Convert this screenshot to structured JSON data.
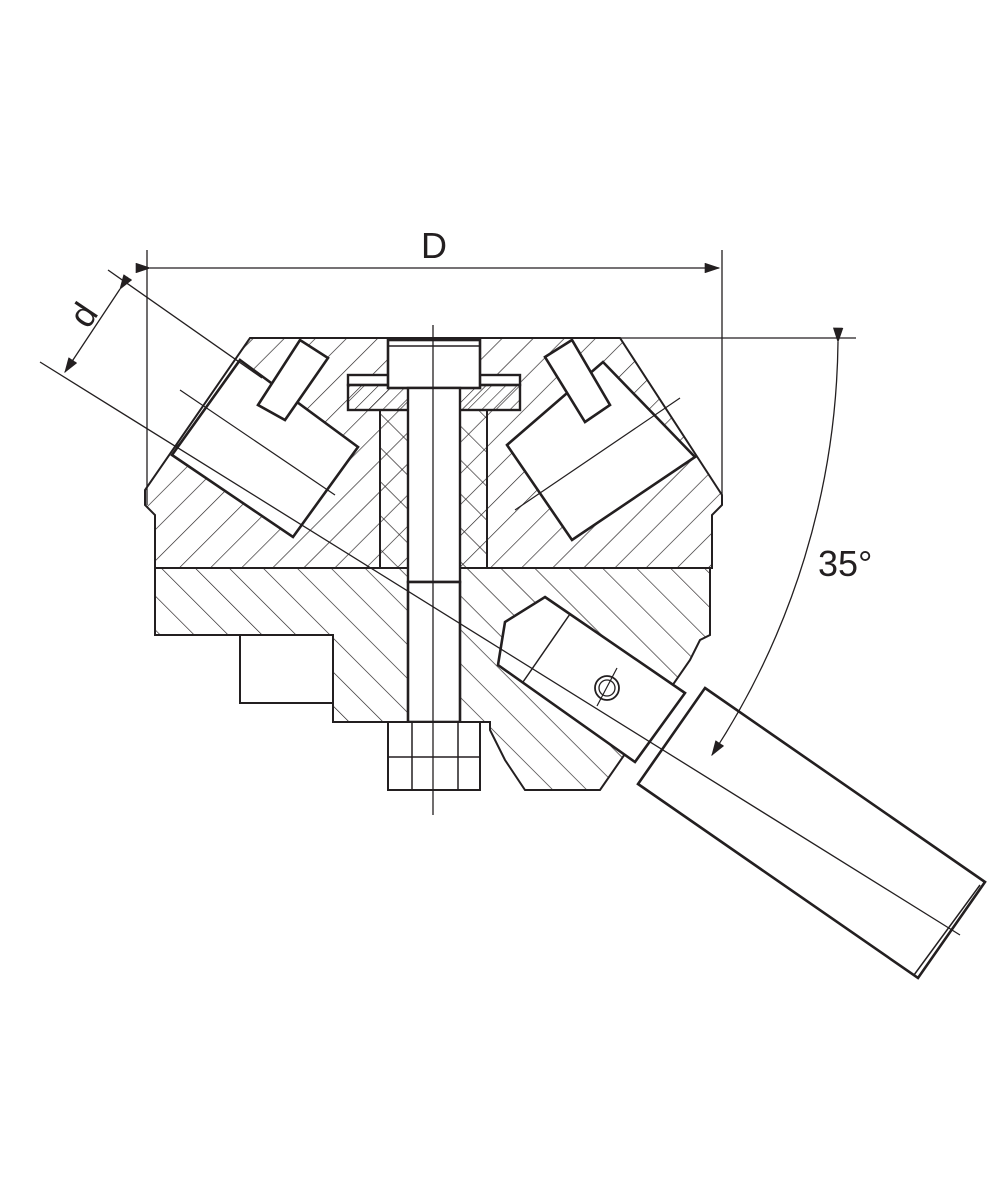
{
  "labels": {
    "diameter": "D",
    "cutter_diameter": "d",
    "angle": "35°"
  },
  "colors": {
    "ink": "#231f20",
    "background": "#ffffff"
  }
}
